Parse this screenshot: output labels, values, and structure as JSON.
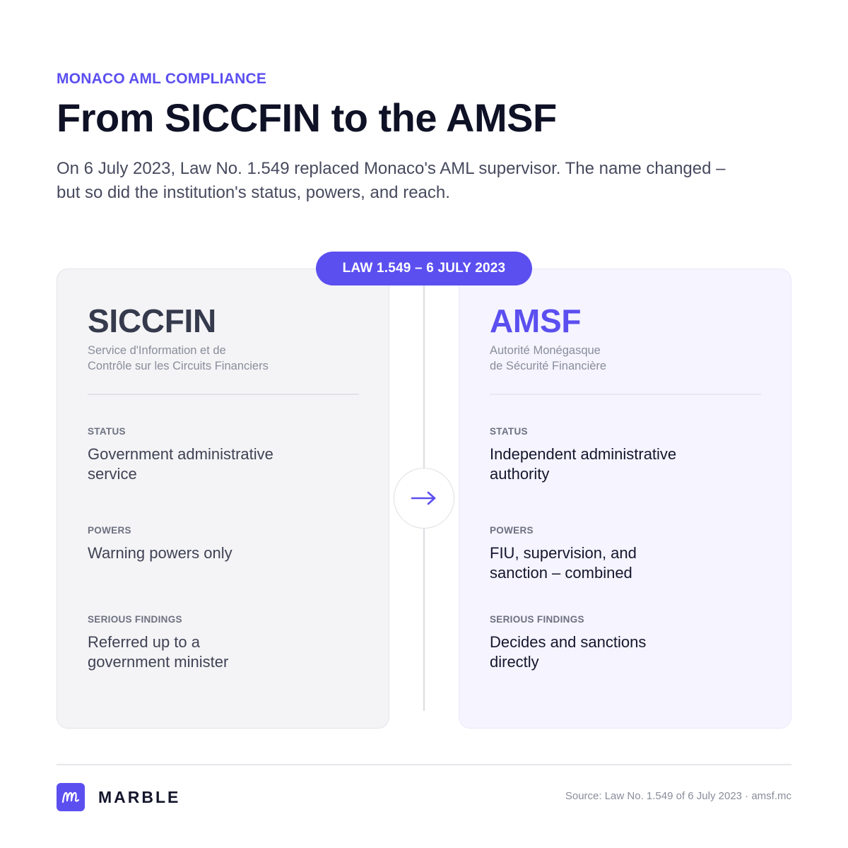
{
  "header": {
    "eyebrow": "MONACO AML COMPLIANCE",
    "title": "From SICCFIN to the AMSF",
    "intro": "On 6 July 2023, Law No. 1.549 replaced Monaco's AML supervisor. The name changed – but so did the institution's status, powers, and reach."
  },
  "badge": "LAW 1.549 – 6 JULY 2023",
  "cards": [
    {
      "title": "SICCFIN",
      "subtitle_lines": [
        "Service d'Information et de",
        "Contrôle sur les Circuits Financiers"
      ],
      "fields": [
        {
          "label": "STATUS",
          "lines": [
            "Government administrative",
            "service"
          ]
        },
        {
          "label": "POWERS",
          "lines": [
            "Warning powers only"
          ]
        },
        {
          "label": "SERIOUS FINDINGS",
          "lines": [
            "Referred up to a",
            "government minister"
          ]
        }
      ]
    },
    {
      "title": "AMSF",
      "subtitle_lines": [
        "Autorité Monégasque",
        "de Sécurité Financière"
      ],
      "fields": [
        {
          "label": "STATUS",
          "lines": [
            "Independent administrative",
            "authority"
          ]
        },
        {
          "label": "POWERS",
          "lines": [
            "FIU, supervision, and",
            "sanction – combined"
          ]
        },
        {
          "label": "SERIOUS FINDINGS",
          "lines": [
            "Decides and sanctions",
            "directly"
          ]
        }
      ]
    }
  ],
  "footer": {
    "brand": "MARBLE",
    "source": "Source: Law No. 1.549 of 6 July 2023 · amsf.mc"
  },
  "icons": {
    "arrow": "arrow-right-icon",
    "logo": "marble-logo-icon"
  },
  "colors": {
    "accent": "#5b4ff0",
    "heading": "#0f1126",
    "muted": "#8a8d9b"
  }
}
